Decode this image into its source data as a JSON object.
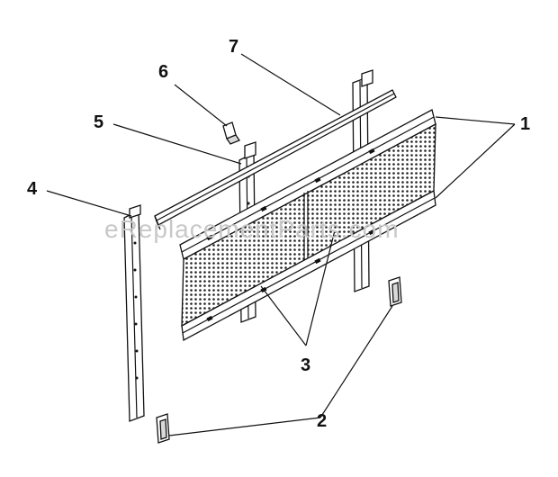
{
  "diagram": {
    "watermark": "eReplacementParts.com",
    "callouts": [
      {
        "id": "callout-1",
        "label": "1"
      },
      {
        "id": "callout-2",
        "label": "2"
      },
      {
        "id": "callout-3",
        "label": "3"
      },
      {
        "id": "callout-4",
        "label": "4"
      },
      {
        "id": "callout-5",
        "label": "5"
      },
      {
        "id": "callout-6",
        "label": "6"
      },
      {
        "id": "callout-7",
        "label": "7"
      }
    ]
  }
}
